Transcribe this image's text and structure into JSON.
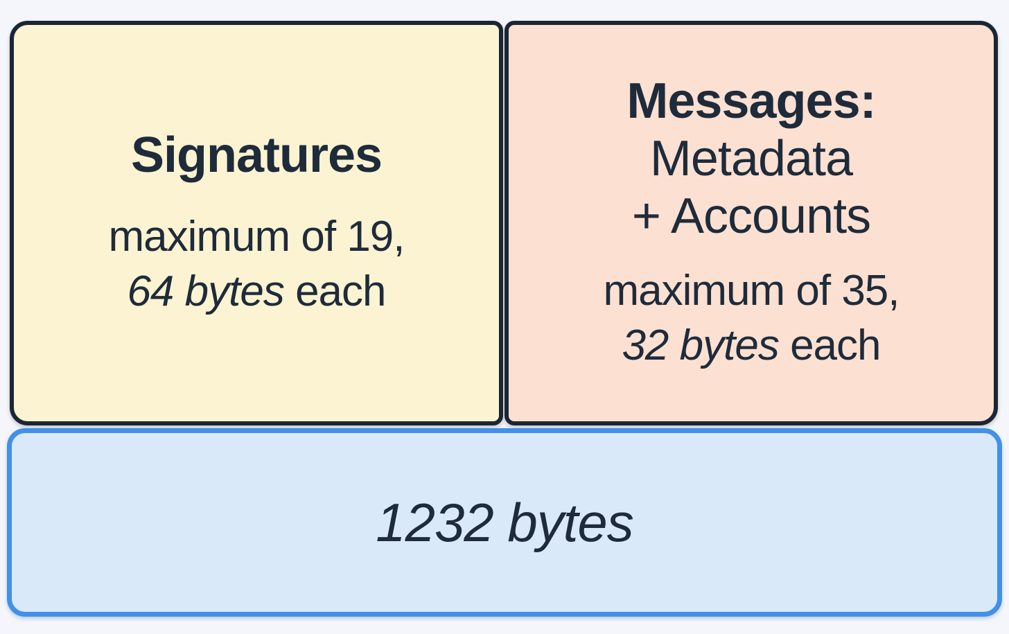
{
  "colors": {
    "page_bg": "#f5f6fb",
    "dark_outline": "#1b2634",
    "text": "#1e2b3a",
    "signatures_fill": "#fbf3d1",
    "messages_fill": "#fce0d2",
    "total_fill": "#dae9fa",
    "total_outline": "#4190e9"
  },
  "signatures_box": {
    "title": "Signatures",
    "detail_line1": "maximum of 19,",
    "detail_line2_em": "64 bytes",
    "detail_line2_tail": "each"
  },
  "messages_box": {
    "title": "Messages:",
    "subtitle_line1": "Metadata",
    "subtitle_line2": "+ Accounts",
    "detail_line1": "maximum of 35,",
    "detail_line2_em": "32 bytes",
    "detail_line2_tail": "each"
  },
  "total_box": {
    "label": "1232 bytes"
  }
}
